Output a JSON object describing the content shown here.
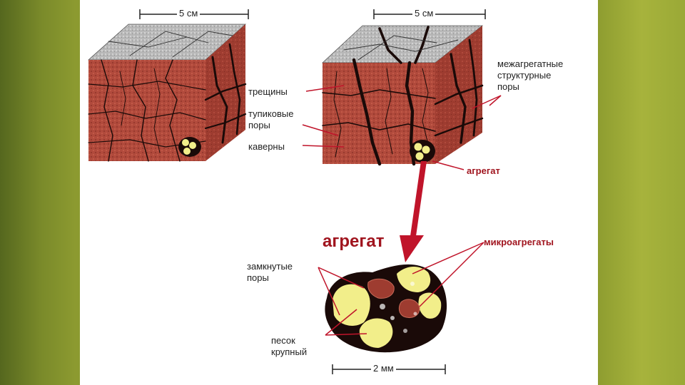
{
  "colors": {
    "soil": "#b14a3c",
    "soil_side": "#9e3c30",
    "crack": "#1a0a08",
    "top_face": "#b8b8b8",
    "sand": "#f2ee8a",
    "arrow": "#c0142a",
    "label_red": "#a0141e"
  },
  "scales": {
    "left_cube": "5 см",
    "right_cube": "5 см",
    "aggregate": "2 мм"
  },
  "labels": {
    "cracks": "трещины",
    "dead_end_pores_1": "тупиковые",
    "dead_end_pores_2": "поры",
    "caverns": "каверны",
    "inter_aggregate_1": "межагрегатные",
    "inter_aggregate_2": "структурные",
    "inter_aggregate_3": "поры",
    "aggregate_small": "агрегат",
    "aggregate_big": "агрегат",
    "microaggregates": "микроагрегаты",
    "closed_pores_1": "замкнутые",
    "closed_pores_2": "поры",
    "coarse_sand_1": "песок",
    "coarse_sand_2": "крупный"
  }
}
